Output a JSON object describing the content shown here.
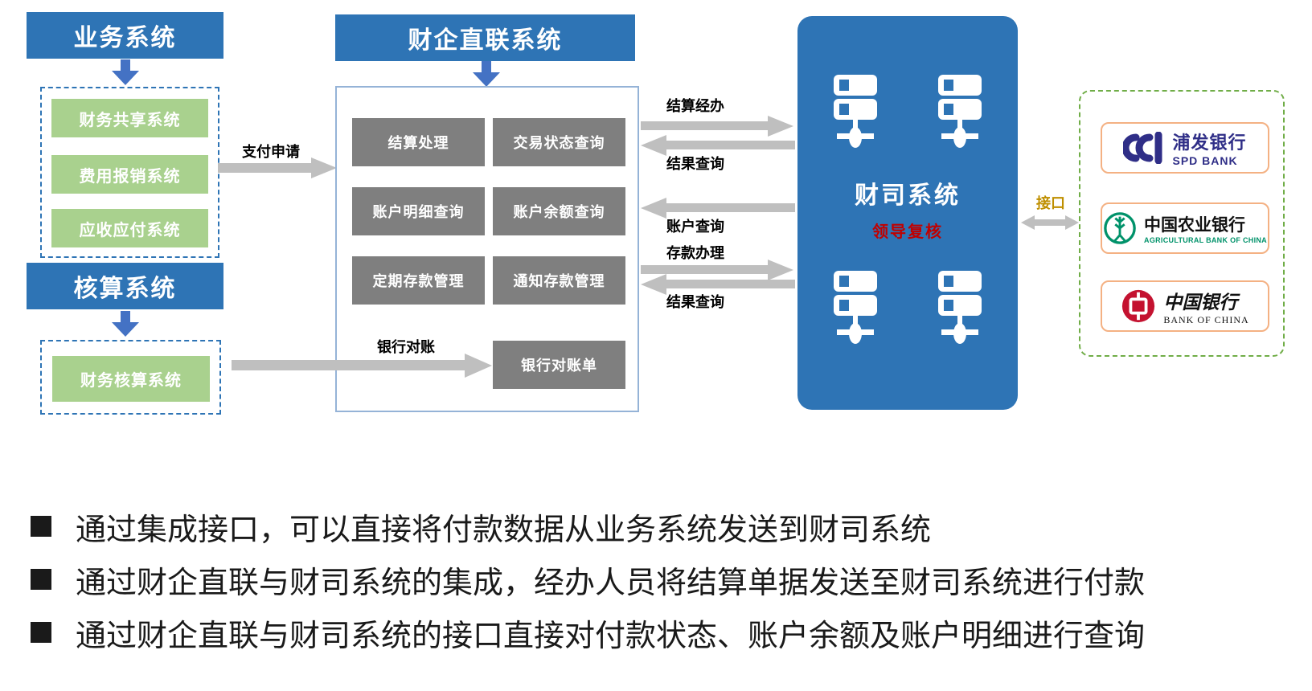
{
  "left": {
    "business_header": "业务系统",
    "business_systems": [
      "财务共享系统",
      "费用报销系统",
      "应收应付系统"
    ],
    "accounting_header": "核算系统",
    "accounting_system": "财务核算系统"
  },
  "center": {
    "header": "财企直联系统",
    "modules": [
      "结算处理",
      "交易状态查询",
      "账户明细查询",
      "账户余额查询",
      "定期存款管理",
      "通知存款管理",
      "银行对账单"
    ]
  },
  "arrows": {
    "payment_request": "支付申请",
    "bank_reconciliation": "银行对账",
    "settlement_handle": "结算经办",
    "result_query_1": "结果查询",
    "account_query": "账户查询",
    "deposit_handle": "存款办理",
    "result_query_2": "结果查询",
    "interface": "接口"
  },
  "treasury": {
    "title": "财司系统",
    "subtitle": "领导复核"
  },
  "banks": [
    {
      "name": "浦发银行",
      "en": "SPD BANK"
    },
    {
      "name": "中国农业银行",
      "en": "AGRICULTURAL BANK OF CHINA"
    },
    {
      "name": "中国银行",
      "en": "BANK OF CHINA"
    }
  ],
  "bullets": [
    "通过集成接口，可以直接将付款数据从业务系统发送到财司系统",
    "通过财企直联与财司系统的集成，经办人员将结算单据发送至财司系统进行付款",
    "通过财企直联与财司系统的接口直接对付款状态、账户余额及账户明细进行查询"
  ],
  "colors": {
    "header_blue": "#2E74B5",
    "arrow_blue": "#4472C4",
    "system_green": "#A9D18E",
    "module_gray": "#7F7F7F",
    "flow_gray": "#BFBFBF",
    "review_red": "#C00000",
    "interface_gold": "#BF8F00",
    "bank_border_green": "#70AD47",
    "card_border_orange": "#F4B183",
    "spd_navy": "#2F2E87",
    "abc_green": "#00926A",
    "boc_red": "#C41230"
  }
}
